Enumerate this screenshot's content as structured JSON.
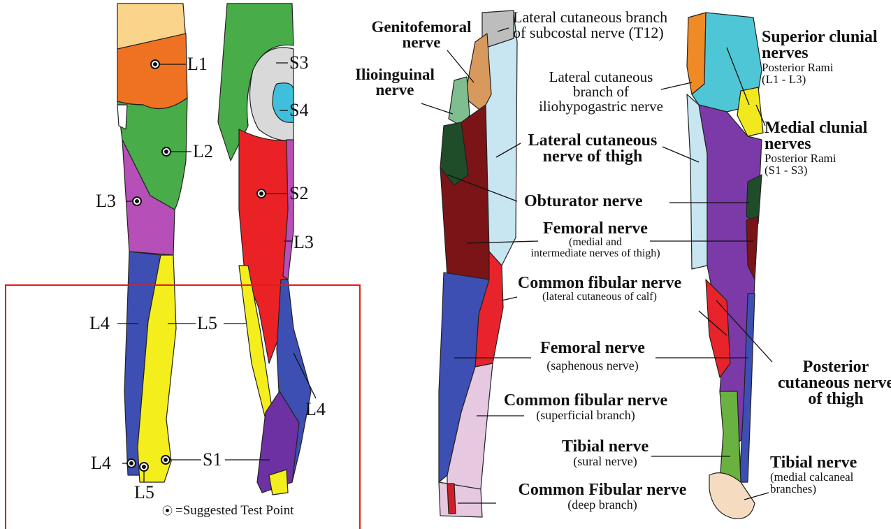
{
  "dermatome_map": {
    "labels": {
      "l1": "L1",
      "l2": "L2",
      "l3_front": "L3",
      "l4_front": "L4",
      "l5_front": "L5",
      "l4_toe": "L4",
      "l5_toe": "L5",
      "s1": "S1",
      "s2": "S2",
      "s3": "S3",
      "s4": "S4",
      "l3_back": "L3",
      "l5_back": "L5",
      "l4_back": "L4"
    },
    "legend_symbol": "⦿",
    "legend_text": "=Suggested Test Point",
    "colors": {
      "l1": "#ef7222",
      "l2": "#48ad49",
      "l3": "#b64fb8",
      "l4": "#3d4fb3",
      "l5": "#f4ee1c",
      "s1": "#6d31a4",
      "s2": "#ea2226",
      "s3": "#d9d9d9",
      "s4": "#3fbfdb",
      "t12": "#f9d48a"
    }
  },
  "peripheral_map": {
    "genitofemoral": [
      "Genitofemoral",
      "nerve"
    ],
    "lateral_cutaneous_subcostal": [
      "Lateral cutaneous branch",
      "of subcostal nerve (T12)"
    ],
    "ilioinguinal": [
      "Ilioinguinal",
      "nerve"
    ],
    "lateral_cutaneous_iliohypogastric": [
      "Lateral cutaneous",
      "branch of",
      "iliohypogastric nerve"
    ],
    "lateral_cutaneous_thigh": [
      "Lateral cutaneous",
      "nerve of thigh"
    ],
    "obturator": "Obturator nerve",
    "femoral_thigh": {
      "title": "Femoral nerve",
      "detail": [
        "(medial and",
        "intermediate nerves of thigh)"
      ]
    },
    "common_fibular_lateral": {
      "title": "Common fibular nerve",
      "detail": "(lateral cutaneous of calf)"
    },
    "femoral_saphenous": {
      "title": "Femoral nerve",
      "detail": "(saphenous nerve)"
    },
    "common_fibular_superficial": {
      "title": "Common fibular nerve",
      "detail": "(superficial branch)"
    },
    "tibial_sural": {
      "title": "Tibial nerve",
      "detail": "(sural nerve)"
    },
    "common_fibular_deep": {
      "title": "Common Fibular nerve",
      "detail": "(deep branch)"
    },
    "superior_clunial": {
      "title": [
        "Superior clunial",
        "nerves"
      ],
      "detail": [
        "Posterior Rami",
        "(L1 - L3)"
      ]
    },
    "medial_clunial": {
      "title": [
        "Medial clunial",
        "nerves"
      ],
      "detail": [
        "Posterior Rami",
        "(S1 - S3)"
      ]
    },
    "posterior_cutaneous_thigh": [
      "Posterior",
      "cutaneous nerve",
      "of thigh"
    ],
    "tibial_calcaneal": {
      "title": "Tibial nerve",
      "detail": [
        "(medial calcaneal",
        "branches)"
      ]
    },
    "colors": {
      "genitofemoral": "#d89a5c",
      "subcostal": "#bdbdbd",
      "ilioinguinal": "#7fbf8f",
      "iliohypogastric": "#f08a24",
      "lateral_thigh": "#c8e6f2",
      "obturator": "#1f4d2a",
      "femoral": "#7a1416",
      "fibular_lateral": "#e8232b",
      "saphenous": "#3d4fb3",
      "superficial_fibular": "#e6c8e0",
      "deep_fibular": "#d01f26",
      "sural": "#6ab23f",
      "superior_clunial": "#4fc6d6",
      "medial_clunial": "#f2e81e",
      "posterior_thigh": "#7b3aa8",
      "calcaneal": "#f5dcc0"
    }
  }
}
